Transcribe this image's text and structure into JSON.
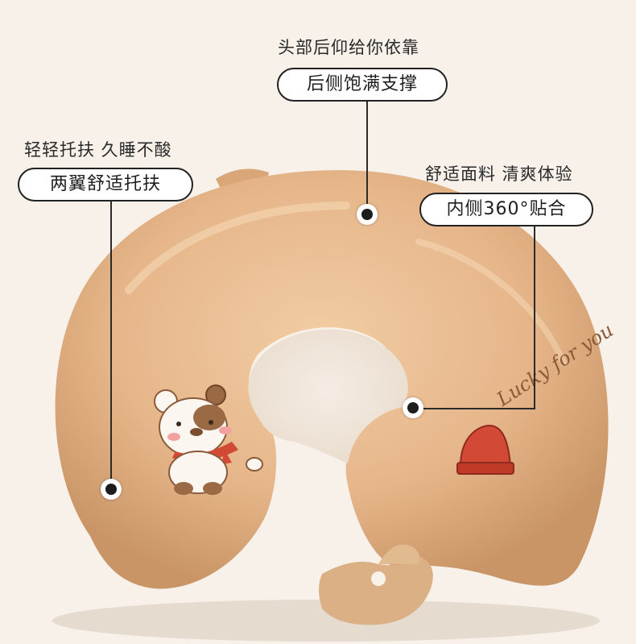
{
  "callouts": {
    "top": {
      "caption": "头部后仰给你依靠",
      "label": "后侧饱满支撑"
    },
    "left": {
      "caption": "轻轻托扶 久睡不酸",
      "label": "两翼舒适托扶"
    },
    "right": {
      "caption": "舒适面料 清爽体验",
      "label": "内侧360°贴合"
    }
  },
  "pillow": {
    "embroidery_text": "Lucky for you"
  },
  "colors": {
    "background": "#f7f1ea",
    "pillow": "#e7b98c",
    "accent": "#d24a36"
  }
}
